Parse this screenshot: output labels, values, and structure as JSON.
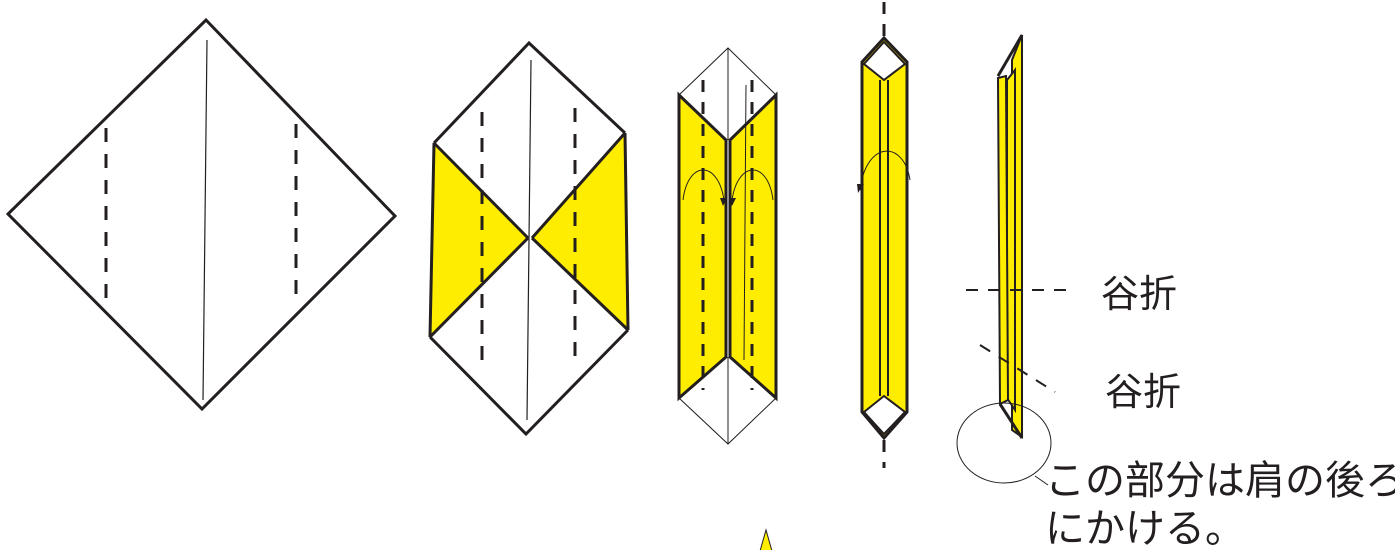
{
  "labels": {
    "valley_fold_1": "谷折",
    "valley_fold_2": "谷折",
    "note_line_1": "この部分は肩の後ろ",
    "note_line_2": "にかける。"
  },
  "colors": {
    "paper_front": "#ffffff",
    "paper_back": "#ffed00",
    "line": "#231f20"
  },
  "steps": [
    {
      "name": "step-1-square-diamond"
    },
    {
      "name": "step-2-sides-folded"
    },
    {
      "name": "step-3-narrow-strip"
    },
    {
      "name": "step-4-strip-folded-in-half"
    },
    {
      "name": "step-5-side-view-with-folds"
    }
  ]
}
